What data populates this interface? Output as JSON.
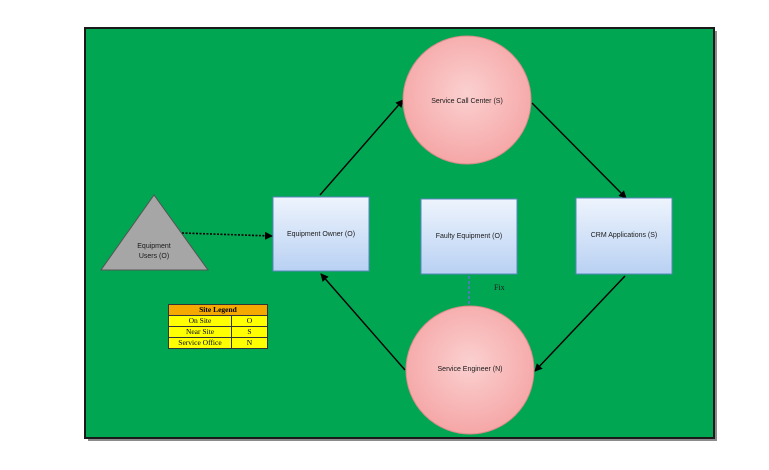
{
  "diagram": {
    "nodes": {
      "equipment_users": {
        "label_line1": "Equipment",
        "label_line2": "Users (O)",
        "shape": "triangle"
      },
      "equipment_owner": {
        "label": "Equipment Owner (O)",
        "shape": "rectangle"
      },
      "faulty_equipment": {
        "label": "Faulty Equipment (O)",
        "shape": "rectangle"
      },
      "crm_applications": {
        "label": "CRM Applications (S)",
        "shape": "rectangle"
      },
      "service_call_center": {
        "label": "Service Call Center (S)",
        "shape": "circle"
      },
      "service_engineer": {
        "label": "Service Engineer (N)",
        "shape": "circle"
      }
    },
    "edges": [
      {
        "from": "equipment_users",
        "to": "equipment_owner",
        "style": "dotted-arrow"
      },
      {
        "from": "equipment_owner",
        "to": "service_call_center",
        "style": "arrow"
      },
      {
        "from": "service_call_center",
        "to": "crm_applications",
        "style": "arrow"
      },
      {
        "from": "crm_applications",
        "to": "service_engineer",
        "style": "arrow"
      },
      {
        "from": "service_engineer",
        "to": "equipment_owner",
        "style": "arrow"
      },
      {
        "from": "service_engineer",
        "to": "faulty_equipment",
        "style": "dashed-line",
        "label": "Fix"
      }
    ],
    "fix_label": "Fix"
  },
  "legend": {
    "title": "Site Legend",
    "rows": [
      {
        "name": "On Site",
        "code": "O"
      },
      {
        "name": "Near Site",
        "code": "S"
      },
      {
        "name": "Service Office",
        "code": "N"
      }
    ]
  },
  "colors": {
    "background": "#00a651",
    "circle_fill": "#f8b3b3",
    "box_fill": "#cfe0f7",
    "triangle_fill": "#a6a6a6",
    "legend_title_bg": "#f5a800",
    "legend_bg": "#ffff00"
  }
}
